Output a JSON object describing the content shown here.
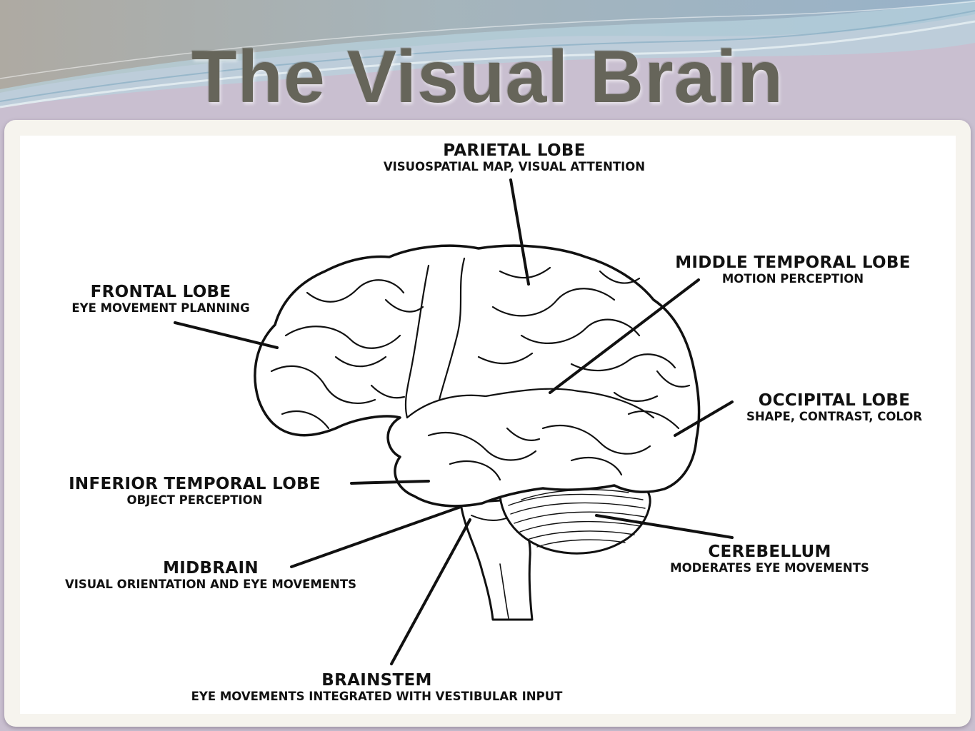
{
  "title": "The Visual Brain",
  "labels": {
    "parietal": {
      "name": "PARIETAL LOBE",
      "function": "VISUOSPATIAL MAP, VISUAL ATTENTION"
    },
    "middle_temporal": {
      "name": "MIDDLE TEMPORAL LOBE",
      "function": "MOTION PERCEPTION"
    },
    "frontal": {
      "name": "FRONTAL LOBE",
      "function": "EYE MOVEMENT PLANNING"
    },
    "occipital": {
      "name": "OCCIPITAL LOBE",
      "function": "SHAPE, CONTRAST, COLOR"
    },
    "inferior_temporal": {
      "name": "INFERIOR TEMPORAL LOBE",
      "function": "OBJECT PERCEPTION"
    },
    "midbrain": {
      "name": "MIDBRAIN",
      "function": "VISUAL ORIENTATION AND EYE MOVEMENTS"
    },
    "cerebellum": {
      "name": "CEREBELLUM",
      "function": "MODERATES EYE MOVEMENTS"
    },
    "brainstem": {
      "name": "BRAINSTEM",
      "function": "EYE MOVEMENTS INTEGRATED WITH VESTIBULAR INPUT"
    }
  }
}
